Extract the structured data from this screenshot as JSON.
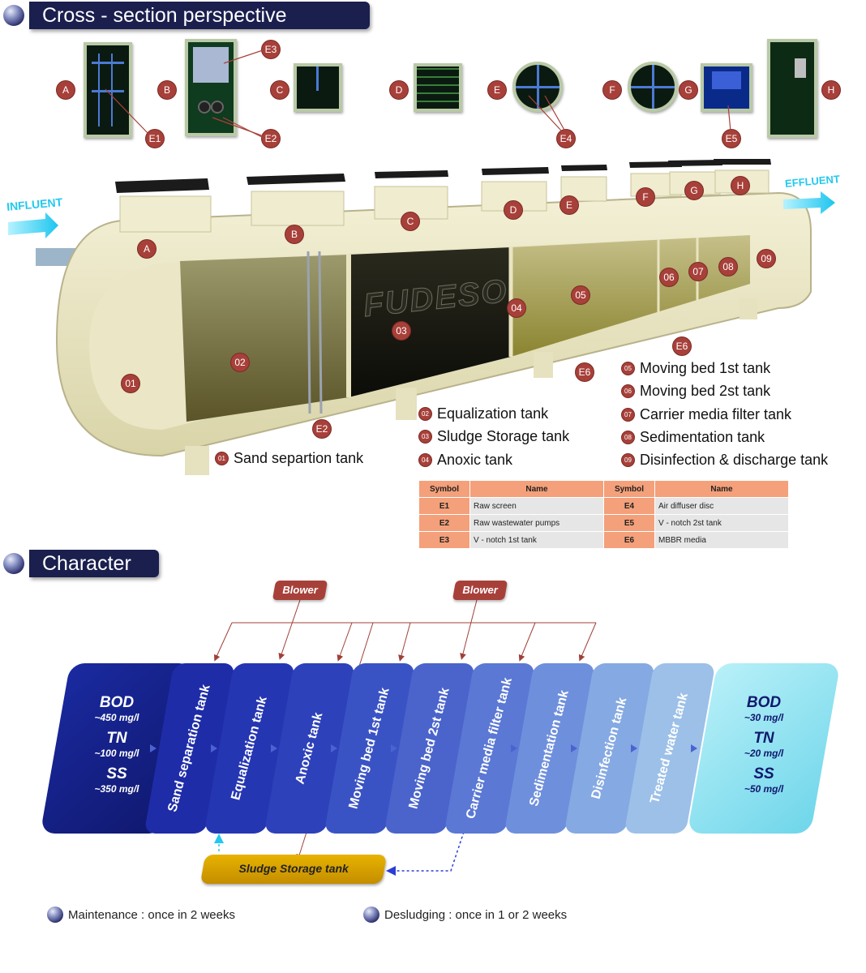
{
  "sections": {
    "cross_section": "Cross - section perspective",
    "character": "Character"
  },
  "top_badges": {
    "A": "A",
    "B": "B",
    "C": "C",
    "D": "D",
    "E": "E",
    "F": "F",
    "G": "G",
    "H": "H",
    "E1": "E1",
    "E2": "E2",
    "E3": "E3",
    "E4": "E4",
    "E5": "E5"
  },
  "tank_diagram": {
    "influent": "INFLUENT",
    "effluent": "EFFLUENT",
    "brand": "FUDESO",
    "openings": {
      "A": "A",
      "B": "B",
      "C": "C",
      "D": "D",
      "E": "E",
      "F": "F",
      "G": "G",
      "H": "H"
    },
    "numbers": {
      "n01": "01",
      "n02": "02",
      "n03": "03",
      "n04": "04",
      "n05": "05",
      "n06": "06",
      "n07": "07",
      "n08": "08",
      "n09": "09"
    },
    "e2": "E2",
    "e6a": "E6",
    "e6b": "E6"
  },
  "legend": [
    {
      "num": "01",
      "label": "Sand separtion tank"
    },
    {
      "num": "02",
      "label": "Equalization tank"
    },
    {
      "num": "03",
      "label": "Sludge Storage tank"
    },
    {
      "num": "04",
      "label": "Anoxic tank"
    },
    {
      "num": "05",
      "label": "Moving bed 1st tank"
    },
    {
      "num": "06",
      "label": "Moving bed 2st tank"
    },
    {
      "num": "07",
      "label": "Carrier media filter tank"
    },
    {
      "num": "08",
      "label": "Sedimentation tank"
    },
    {
      "num": "09",
      "label": "Disinfection & discharge tank"
    }
  ],
  "component_table": {
    "headers": [
      "Symbol",
      "Name",
      "Symbol",
      "Name"
    ],
    "rows": [
      [
        "E1",
        "Raw screen",
        "E4",
        "Air diffuser disc"
      ],
      [
        "E2",
        "Raw wastewater pumps",
        "E5",
        "V - notch 2st tank"
      ],
      [
        "E3",
        "V - notch 1st tank",
        "E6",
        "MBBR media"
      ]
    ]
  },
  "flow": {
    "influent": {
      "bod": "BOD",
      "bod_val": "~450 mg/l",
      "tn": "TN",
      "tn_val": "~100 mg/l",
      "ss": "SS",
      "ss_val": "~350 mg/l"
    },
    "effluent": {
      "bod": "BOD",
      "bod_val": "~30 mg/l",
      "tn": "TN",
      "tn_val": "~20 mg/l",
      "ss": "SS",
      "ss_val": "~50 mg/l"
    },
    "stages": [
      "Sand separation tank",
      "Equalization tank",
      "Anoxic tank",
      "Moving bed 1st tank",
      "Moving bed 2st tank",
      "Carrier media filter tank",
      "Sedimentation tank",
      "Disinfection tank",
      "Treated water tank"
    ],
    "blower_left": "Blower",
    "blower_right": "Blower",
    "sludge": "Sludge Storage tank"
  },
  "notes": {
    "maintenance": "Maintenance : once in 2 weeks",
    "desludging": "Desludging : once in 1 or 2 weeks"
  },
  "colors": {
    "header_bg": "#1a1f4e",
    "badge": "#a8403a",
    "table_header": "#f4a07a",
    "table_cell": "#e6e6e6",
    "sludge": "#d9a400",
    "blower": "#a8403a"
  }
}
